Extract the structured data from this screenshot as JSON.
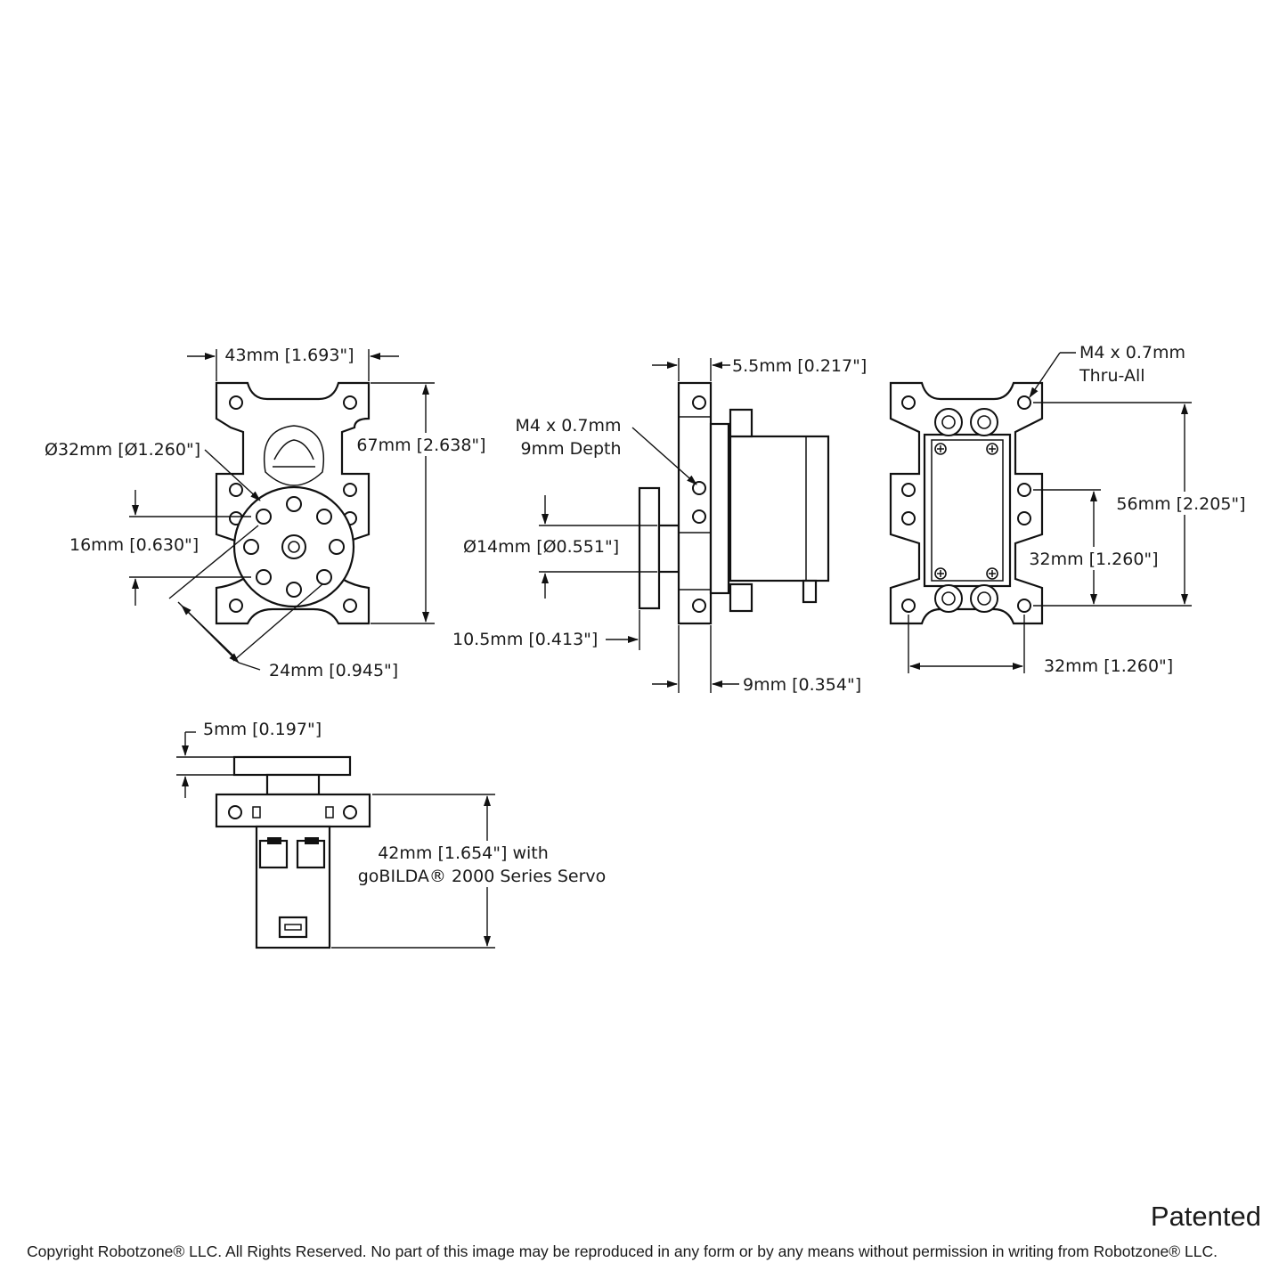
{
  "front_view": {
    "width_dim": "43mm [1.693\"]",
    "height_dim": "67mm [2.638\"]",
    "hub_dia_dim": "Ø32mm [Ø1.260\"]",
    "hole_spacing_dim": "16mm [0.630\"]",
    "pattern_dia_dim": "24mm [0.945\"]"
  },
  "side_view": {
    "plate_thickness_dim": "5.5mm [0.217\"]",
    "tap_note_line1": "M4 x 0.7mm",
    "tap_note_line2": "9mm Depth",
    "hub_dia_dim": "Ø14mm [Ø0.551\"]",
    "hub_offset_dim": "10.5mm [0.413\"]",
    "bracket_depth_dim": "9mm [0.354\"]"
  },
  "back_view": {
    "thru_note_line1": "M4 x 0.7mm",
    "thru_note_line2": "Thru-All",
    "outer_spacing_dim": "56mm [2.205\"]",
    "inner_spacing_dim": "32mm [1.260\"]",
    "horizontal_spacing_dim": "32mm [1.260\"]"
  },
  "bottom_view": {
    "hub_thickness_dim": "5mm [0.197\"]",
    "height_note_line1": "42mm [1.654\"] with",
    "height_note_line2": "goBILDA® 2000 Series Servo"
  },
  "footer": {
    "patented": "Patented",
    "copyright": "Copyright Robotzone® LLC.  All Rights Reserved. No part of this image may be reproduced in any form or by any means without permission in writing from Robotzone® LLC."
  }
}
